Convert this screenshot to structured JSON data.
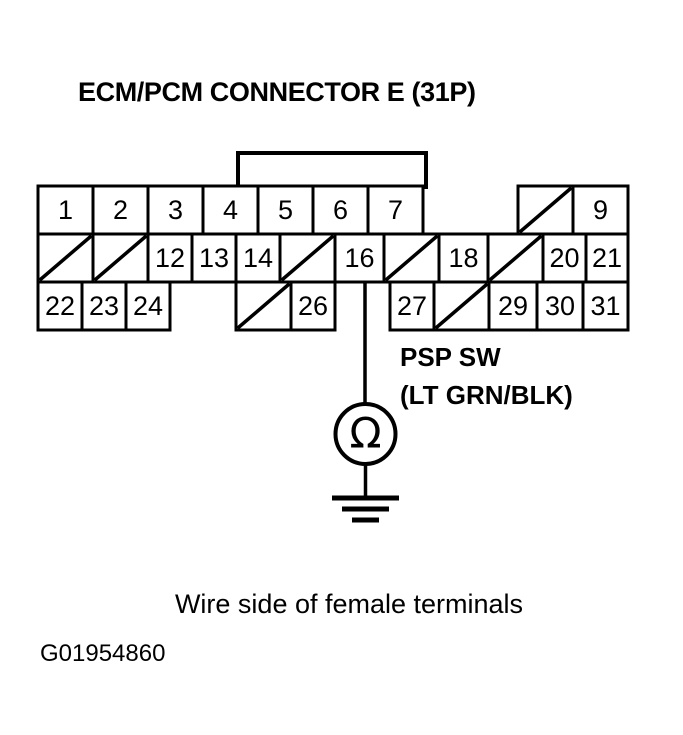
{
  "title": "ECM/PCM CONNECTOR E (31P)",
  "caption": "Wire side of female terminals",
  "figure_id": "G01954860",
  "colors": {
    "ink": "#000000",
    "background": "#ffffff"
  },
  "connector": {
    "name": "ECM/PCM CONNECTOR E",
    "pin_count": "31P",
    "total_pins": 31,
    "view": "Wire side of female terminals",
    "rows": [
      {
        "row": 1,
        "cells": [
          {
            "pin": 1,
            "label": "1",
            "state": "numbered"
          },
          {
            "pin": 2,
            "label": "2",
            "state": "numbered"
          },
          {
            "pin": 3,
            "label": "3",
            "state": "numbered"
          },
          {
            "pin": 4,
            "label": "4",
            "state": "numbered"
          },
          {
            "pin": 5,
            "label": "5",
            "state": "numbered"
          },
          {
            "pin": 6,
            "label": "6",
            "state": "numbered"
          },
          {
            "pin": 7,
            "label": "7",
            "state": "numbered"
          },
          {
            "pin": null,
            "label": "",
            "state": "gap"
          },
          {
            "pin": 8,
            "label": "",
            "state": "blocked"
          },
          {
            "pin": 9,
            "label": "9",
            "state": "numbered"
          }
        ]
      },
      {
        "row": 2,
        "cells": [
          {
            "pin": 10,
            "label": "",
            "state": "blocked"
          },
          {
            "pin": 11,
            "label": "",
            "state": "blocked"
          },
          {
            "pin": 12,
            "label": "12",
            "state": "numbered"
          },
          {
            "pin": 13,
            "label": "13",
            "state": "numbered"
          },
          {
            "pin": 14,
            "label": "14",
            "state": "numbered"
          },
          {
            "pin": 15,
            "label": "",
            "state": "blocked"
          },
          {
            "pin": 16,
            "label": "16",
            "state": "numbered"
          },
          {
            "pin": 17,
            "label": "",
            "state": "blocked"
          },
          {
            "pin": 18,
            "label": "18",
            "state": "numbered"
          },
          {
            "pin": 19,
            "label": "",
            "state": "blocked"
          },
          {
            "pin": 20,
            "label": "20",
            "state": "numbered"
          },
          {
            "pin": 21,
            "label": "21",
            "state": "numbered"
          }
        ]
      },
      {
        "row": 3,
        "cells": [
          {
            "pin": 22,
            "label": "22",
            "state": "numbered"
          },
          {
            "pin": 23,
            "label": "23",
            "state": "numbered"
          },
          {
            "pin": 24,
            "label": "24",
            "state": "numbered"
          },
          {
            "pin": null,
            "label": "",
            "state": "gap"
          },
          {
            "pin": 25,
            "label": "",
            "state": "blocked"
          },
          {
            "pin": 26,
            "label": "26",
            "state": "numbered"
          },
          {
            "pin": null,
            "label": "",
            "state": "gap"
          },
          {
            "pin": 27,
            "label": "27",
            "state": "numbered"
          },
          {
            "pin": 28,
            "label": "",
            "state": "blocked"
          },
          {
            "pin": 29,
            "label": "29",
            "state": "numbered"
          },
          {
            "pin": 30,
            "label": "30",
            "state": "numbered"
          },
          {
            "pin": 31,
            "label": "31",
            "state": "numbered"
          }
        ]
      }
    ]
  },
  "measurement": {
    "probe_pin": 16,
    "signal_name": "PSP SW",
    "wire_color": "(LT GRN/BLK)",
    "instrument": "ohmmeter",
    "instrument_symbol": "Ω",
    "reference": "ground"
  }
}
